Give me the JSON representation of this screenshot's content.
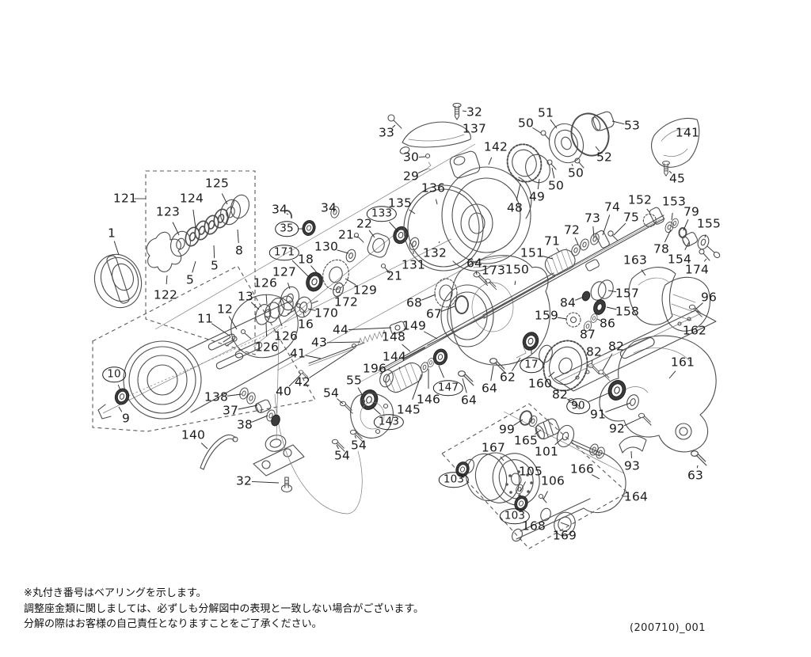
{
  "colors": {
    "ink": "#1c1c1c",
    "line": "#4d4d4d",
    "background": "#ffffff"
  },
  "footnotes": [
    "※丸付き番号はベアリングを示します。",
    "調整座金類に関しましては、必ずしも分解図中の表現と一致しない場合がございます。",
    "分解の際はお客様の自己責任となりますことをご了承ください。"
  ],
  "doc_number": "(200710)_001",
  "labels": [
    [
      "1",
      141,
      295,
      0,
      150,
      322
    ],
    [
      "5",
      240,
      354,
      0,
      247,
      330
    ],
    [
      "5",
      271,
      336,
      0,
      270,
      310
    ],
    [
      "8",
      302,
      317,
      0,
      300,
      290
    ],
    [
      "9",
      159,
      529,
      0,
      150,
      514
    ],
    [
      "10",
      144,
      473,
      1,
      152,
      493
    ],
    [
      "11",
      259,
      403,
      0,
      291,
      425
    ],
    [
      "12",
      284,
      391,
      0,
      299,
      416
    ],
    [
      "13",
      310,
      375,
      0,
      327,
      391
    ],
    [
      "16",
      386,
      410,
      0,
      383,
      394
    ],
    [
      "17",
      671,
      461,
      1,
      671,
      441
    ],
    [
      "18",
      386,
      328,
      0,
      404,
      349
    ],
    [
      "21",
      437,
      297,
      0,
      452,
      300
    ],
    [
      "21",
      498,
      349,
      0,
      488,
      342
    ],
    [
      "22",
      460,
      283,
      0,
      473,
      300
    ],
    [
      "29",
      519,
      223,
      0,
      540,
      213
    ],
    [
      "30",
      519,
      199,
      0,
      537,
      198
    ],
    [
      "32",
      599,
      142,
      0,
      584,
      140
    ],
    [
      "32",
      308,
      608,
      0,
      352,
      610
    ],
    [
      "33",
      488,
      168,
      0,
      499,
      158
    ],
    [
      "34",
      353,
      265,
      0,
      364,
      271
    ],
    [
      "34",
      415,
      263,
      0,
      422,
      268
    ],
    [
      "35",
      362,
      289,
      1,
      383,
      289
    ],
    [
      "37",
      291,
      519,
      0,
      325,
      512
    ],
    [
      "38",
      309,
      537,
      0,
      338,
      525
    ],
    [
      "40",
      358,
      495,
      0,
      380,
      473
    ],
    [
      "41",
      376,
      447,
      0,
      405,
      453
    ],
    [
      "42",
      382,
      483,
      0,
      446,
      441
    ],
    [
      "43",
      403,
      433,
      0,
      455,
      432
    ],
    [
      "44",
      430,
      417,
      0,
      494,
      414
    ],
    [
      "45",
      855,
      226,
      0,
      845,
      216
    ],
    [
      "48",
      650,
      263,
      0,
      657,
      232
    ],
    [
      "49",
      678,
      249,
      0,
      681,
      226
    ],
    [
      "50",
      664,
      156,
      0,
      683,
      168
    ],
    [
      "51",
      689,
      143,
      0,
      703,
      162
    ],
    [
      "52",
      763,
      199,
      0,
      752,
      185
    ],
    [
      "53",
      798,
      159,
      0,
      773,
      153
    ],
    [
      "50",
      727,
      219,
      0,
      722,
      207
    ],
    [
      "50",
      702,
      235,
      0,
      697,
      212
    ],
    [
      "54",
      418,
      497,
      0,
      433,
      510
    ],
    [
      "54",
      453,
      563,
      0,
      448,
      550
    ],
    [
      "54",
      432,
      576,
      0,
      425,
      562
    ],
    [
      "55",
      447,
      481,
      0,
      458,
      500
    ],
    [
      "62",
      641,
      477,
      0,
      657,
      452
    ],
    [
      "63",
      878,
      601,
      0,
      881,
      588
    ],
    [
      "64",
      599,
      333,
      0,
      602,
      347
    ],
    [
      "64",
      618,
      491,
      0,
      623,
      462
    ],
    [
      "64",
      592,
      506,
      0,
      584,
      478
    ],
    [
      "67",
      548,
      397,
      0,
      574,
      387
    ],
    [
      "68",
      523,
      383,
      0,
      550,
      372
    ],
    [
      "71",
      697,
      305,
      0,
      706,
      318
    ],
    [
      "72",
      722,
      291,
      0,
      730,
      309
    ],
    [
      "73",
      748,
      276,
      0,
      750,
      300
    ],
    [
      "74",
      773,
      262,
      0,
      761,
      297
    ],
    [
      "75",
      797,
      275,
      0,
      775,
      297
    ],
    [
      "78",
      835,
      315,
      0,
      847,
      290
    ],
    [
      "79",
      873,
      268,
      0,
      863,
      291
    ],
    [
      "82",
      750,
      445,
      0,
      747,
      460
    ],
    [
      "82",
      778,
      438,
      0,
      761,
      468
    ],
    [
      "82",
      707,
      499,
      0,
      720,
      506
    ],
    [
      "84",
      717,
      383,
      0,
      737,
      375
    ],
    [
      "86",
      767,
      409,
      0,
      754,
      403
    ],
    [
      "87",
      742,
      423,
      0,
      741,
      415
    ],
    [
      "90",
      730,
      513,
      1,
      770,
      496
    ],
    [
      "91",
      755,
      524,
      0,
      796,
      509
    ],
    [
      "92",
      779,
      542,
      0,
      809,
      528
    ],
    [
      "93",
      798,
      589,
      0,
      797,
      570
    ],
    [
      "96",
      895,
      376,
      0,
      878,
      391
    ],
    [
      "99",
      640,
      543,
      0,
      660,
      530
    ],
    [
      "101",
      690,
      571,
      0,
      711,
      553
    ],
    [
      "103",
      573,
      606,
      1,
      583,
      595
    ],
    [
      "103",
      650,
      652,
      1,
      656,
      638
    ],
    [
      "105",
      670,
      596,
      0,
      657,
      621
    ],
    [
      "106",
      698,
      608,
      0,
      686,
      631
    ],
    [
      "121",
      158,
      251,
      0,
      null,
      null
    ],
    [
      "122",
      209,
      373,
      0,
      211,
      348
    ],
    [
      "123",
      212,
      268,
      0,
      226,
      297
    ],
    [
      "124",
      242,
      251,
      0,
      247,
      288
    ],
    [
      "125",
      274,
      232,
      0,
      287,
      258
    ],
    [
      "126",
      335,
      358,
      0,
      337,
      384
    ],
    [
      "126",
      361,
      425,
      0,
      352,
      401
    ],
    [
      "126",
      337,
      439,
      0,
      336,
      408
    ],
    [
      "127",
      359,
      344,
      0,
      366,
      365
    ],
    [
      "129",
      461,
      367,
      0,
      436,
      352
    ],
    [
      "130",
      412,
      312,
      0,
      440,
      320
    ],
    [
      "131",
      522,
      335,
      0,
      522,
      317
    ],
    [
      "132",
      549,
      320,
      0,
      555,
      305
    ],
    [
      "133",
      482,
      270,
      1,
      503,
      293
    ],
    [
      "135",
      505,
      257,
      0,
      524,
      270
    ],
    [
      "136",
      547,
      238,
      0,
      552,
      258
    ],
    [
      "137",
      599,
      163,
      0,
      584,
      166
    ],
    [
      "138",
      273,
      502,
      0,
      305,
      498
    ],
    [
      "140",
      244,
      550,
      0,
      262,
      567
    ],
    [
      "141",
      868,
      168,
      0,
      858,
      180
    ],
    [
      "142",
      626,
      186,
      0,
      617,
      208
    ],
    [
      "143",
      491,
      533,
      1,
      470,
      514
    ],
    [
      "144",
      498,
      451,
      0,
      505,
      466
    ],
    [
      "145",
      516,
      518,
      0,
      532,
      473
    ],
    [
      "146",
      541,
      505,
      0,
      541,
      466
    ],
    [
      "147",
      566,
      490,
      1,
      554,
      462
    ],
    [
      "148",
      497,
      426,
      0,
      518,
      444
    ],
    [
      "149",
      523,
      412,
      0,
      552,
      428
    ],
    [
      "150",
      653,
      341,
      0,
      650,
      360
    ],
    [
      "151",
      672,
      320,
      0,
      698,
      327
    ],
    [
      "152",
      808,
      253,
      0,
      820,
      268
    ],
    [
      "153",
      851,
      255,
      0,
      848,
      278
    ],
    [
      "154",
      858,
      328,
      0,
      870,
      306
    ],
    [
      "155",
      895,
      283,
      0,
      890,
      300
    ],
    [
      "157",
      792,
      371,
      0,
      768,
      367
    ],
    [
      "158",
      792,
      394,
      0,
      766,
      388
    ],
    [
      "159",
      690,
      399,
      0,
      716,
      403
    ],
    [
      "160",
      682,
      485,
      0,
      700,
      470
    ],
    [
      "161",
      862,
      458,
      0,
      845,
      478
    ],
    [
      "162",
      877,
      418,
      0,
      872,
      408
    ],
    [
      "163",
      802,
      329,
      0,
      815,
      348
    ],
    [
      "164",
      803,
      628,
      0,
      null,
      null
    ],
    [
      "165",
      664,
      557,
      0,
      683,
      543
    ],
    [
      "166",
      735,
      593,
      0,
      757,
      605
    ],
    [
      "167",
      623,
      566,
      0,
      636,
      582
    ],
    [
      "168",
      674,
      665,
      0,
      686,
      655
    ],
    [
      "169",
      713,
      677,
      0,
      712,
      668
    ],
    [
      "170",
      412,
      396,
      0,
      389,
      390
    ],
    [
      "171",
      359,
      319,
      1,
      392,
      352
    ],
    [
      "172",
      437,
      382,
      0,
      428,
      368
    ],
    [
      "173",
      623,
      342,
      0,
      617,
      354
    ],
    [
      "174",
      880,
      341,
      0,
      892,
      327
    ],
    [
      "196",
      473,
      466,
      0,
      486,
      472
    ]
  ]
}
